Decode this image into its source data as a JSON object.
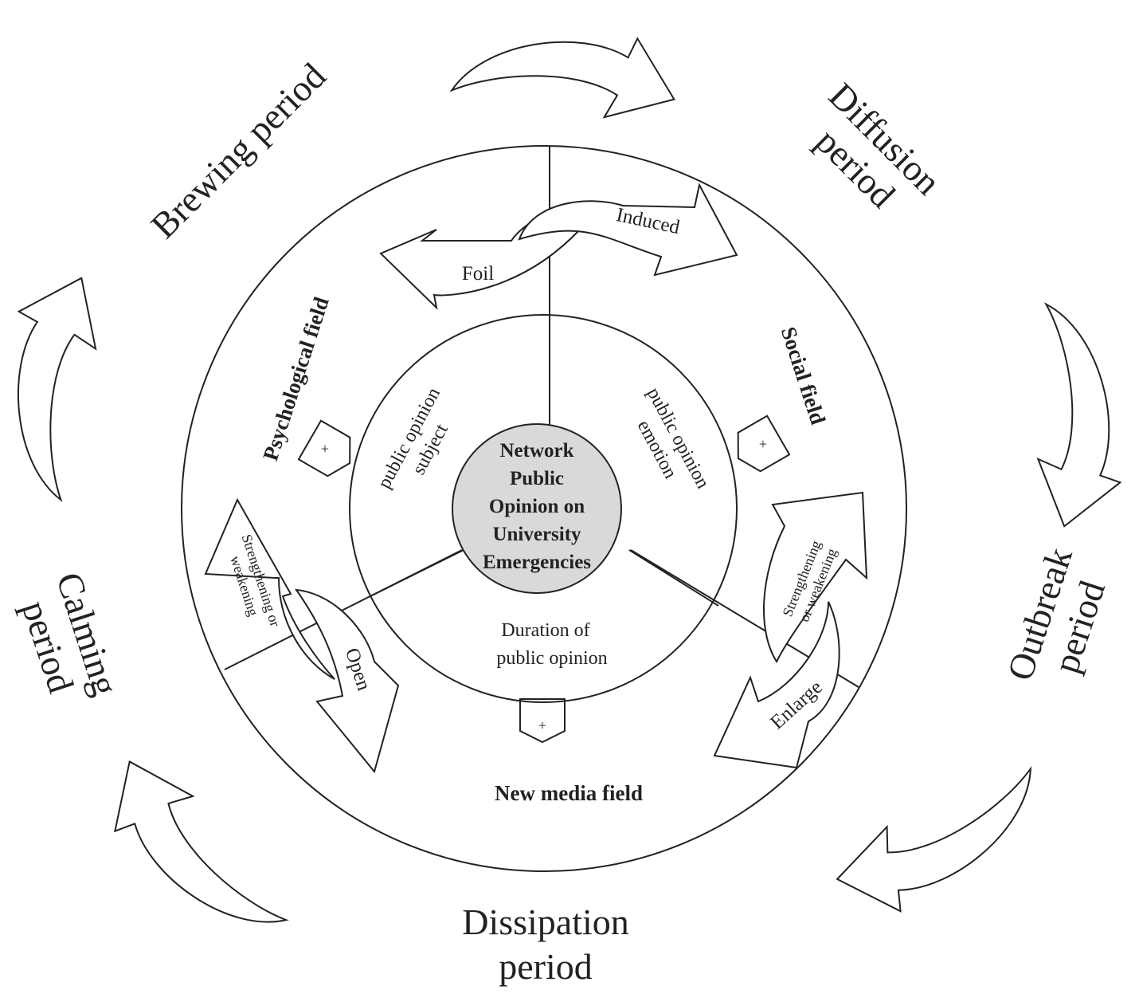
{
  "center": {
    "lines": [
      "Network",
      "Public",
      "Opinion on",
      "University",
      "Emergencies"
    ]
  },
  "periods": {
    "brewing": "Brewing period",
    "diffusion": [
      "Diffusion",
      "period"
    ],
    "outbreak": [
      "Outbreak",
      "period"
    ],
    "dissipation": [
      "Dissipation",
      "period"
    ],
    "calming": [
      "Calming",
      "period"
    ]
  },
  "fields": {
    "psychological": "Psychological field",
    "social": "Social field",
    "new_media": "New media field"
  },
  "elements": {
    "subject": [
      "public opinion",
      "subject"
    ],
    "emotion": [
      "public opinion",
      "emotion"
    ],
    "duration": [
      "Duration of",
      "public opinion"
    ]
  },
  "interactions": {
    "foil": "Foil",
    "induced": "Induced",
    "open": "Open",
    "enlarge": "Enlarge",
    "strengthen_left": [
      "Strengthening or",
      "weakening"
    ],
    "strengthen_right": [
      "Strengthening",
      "or weakening"
    ]
  },
  "markers": {
    "plus": "+"
  },
  "colors": {
    "center_fill": "#d9d9d9",
    "stroke": "#222222",
    "background": "#ffffff"
  }
}
